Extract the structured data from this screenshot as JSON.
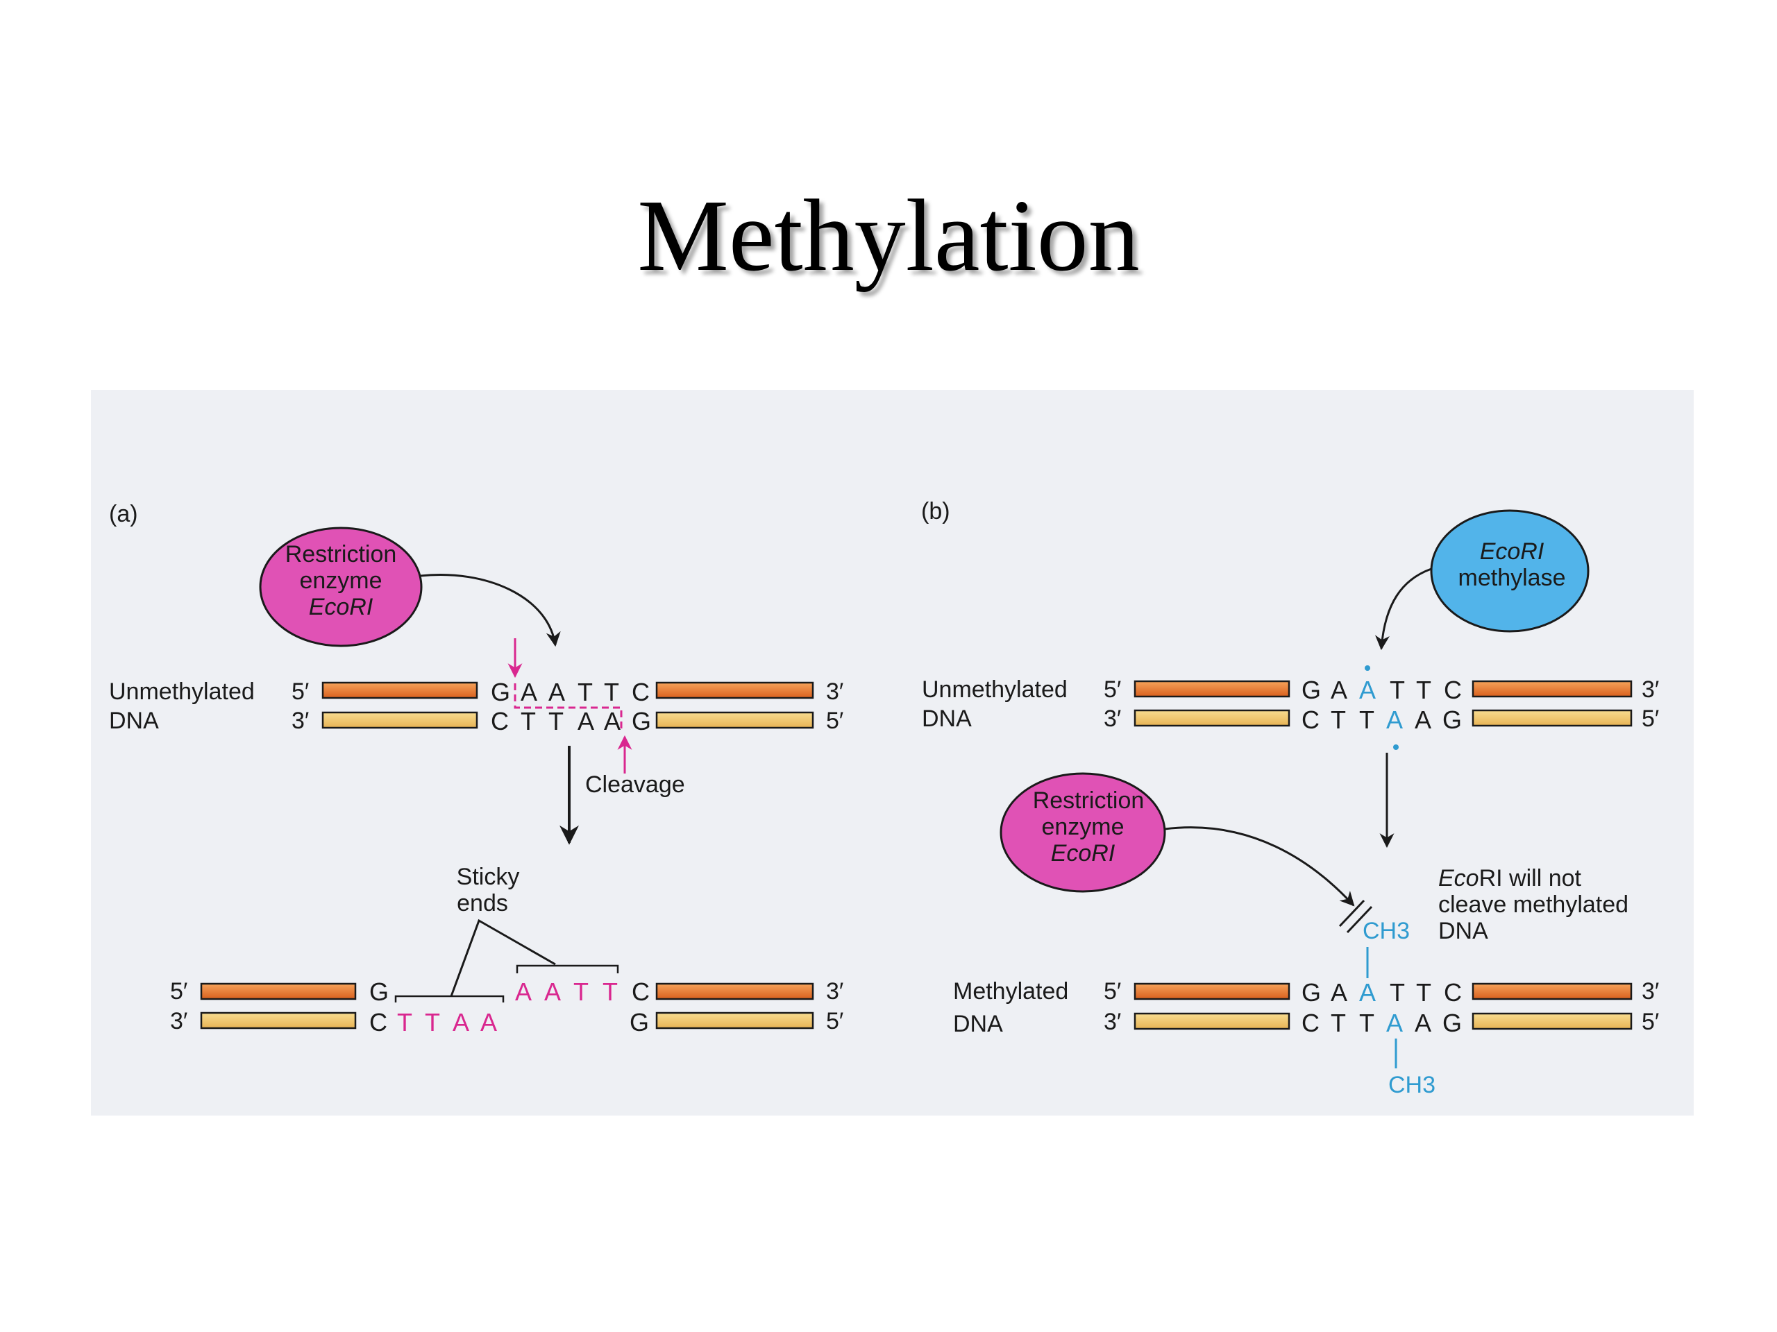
{
  "title": "Methylation",
  "panel_a": {
    "label": "(a)",
    "enzyme": [
      "Restriction",
      "enzyme",
      "EcoRI"
    ],
    "dna_label": [
      "Unmethylated",
      "DNA"
    ],
    "top_strand": {
      "p5": "5′",
      "p3": "3′",
      "seq": [
        "G",
        "A",
        "A",
        "T",
        "T",
        "C"
      ]
    },
    "bottom_strand": {
      "p3": "3′",
      "p5": "5′",
      "seq": [
        "C",
        "T",
        "T",
        "A",
        "A",
        "G"
      ]
    },
    "cleavage": "Cleavage",
    "sticky_ends": [
      "Sticky",
      "ends"
    ],
    "product_top": {
      "p5": "5′",
      "p3": "3′",
      "left": "G",
      "overhang": [
        "A",
        "A",
        "T",
        "T"
      ],
      "right": "C"
    },
    "product_bottom": {
      "p3": "3′",
      "p5": "5′",
      "left": "C",
      "overhang": [
        "T",
        "T",
        "A",
        "A"
      ],
      "right": "G"
    }
  },
  "panel_b": {
    "label": "(b)",
    "methylase": [
      "EcoRI",
      "methylase"
    ],
    "enzyme": [
      "Restriction",
      "enzyme",
      "EcoRI"
    ],
    "dna_label": [
      "Unmethylated",
      "DNA"
    ],
    "top_strand": {
      "p5": "5′",
      "p3": "3′",
      "seq": [
        "G",
        "A",
        "A",
        "T",
        "T",
        "C"
      ]
    },
    "bottom_strand": {
      "p3": "3′",
      "p5": "5′",
      "seq": [
        "C",
        "T",
        "T",
        "A",
        "A",
        "G"
      ]
    },
    "note": [
      "EcoRI will not",
      "cleave methylated",
      "DNA"
    ],
    "ch3": "CH3",
    "methylated_label": [
      "Methylated",
      "DNA"
    ],
    "methyl_top": {
      "p5": "5′",
      "p3": "3′",
      "seq": [
        "G",
        "A",
        "A",
        "T",
        "T",
        "C"
      ]
    },
    "methyl_bottom": {
      "p3": "3′",
      "p5": "5′",
      "seq": [
        "C",
        "T",
        "T",
        "A",
        "A",
        "G"
      ]
    }
  },
  "colors": {
    "enzyme": "#e052b5",
    "methylase": "#52b4ea",
    "strand_dark": "#e8792e",
    "strand_light": "#f2c76d",
    "pink": "#d9278f",
    "blue": "#2f9bd0"
  }
}
